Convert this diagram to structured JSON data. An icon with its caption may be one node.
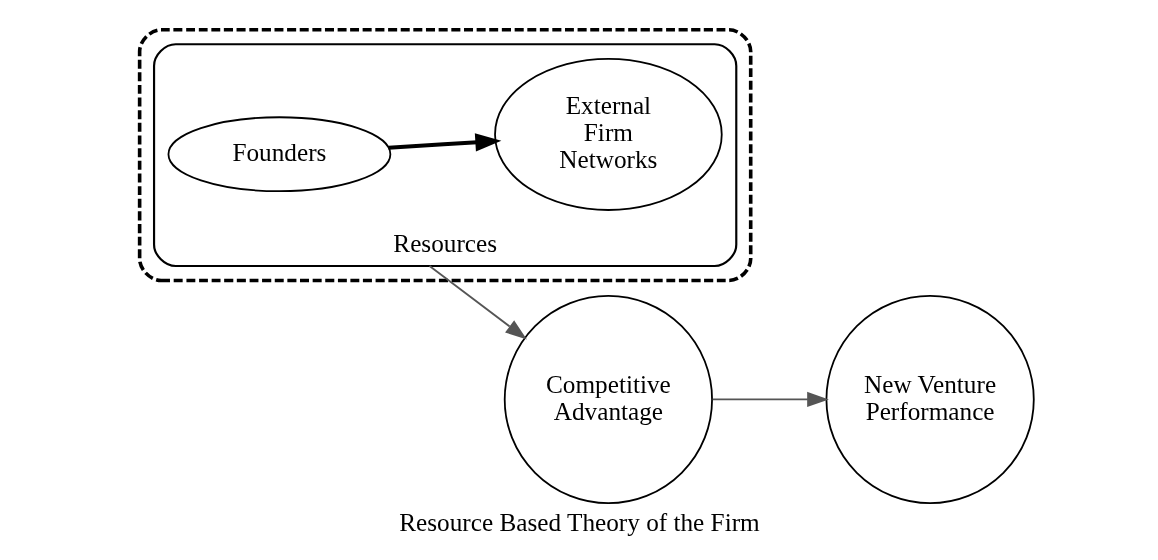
{
  "diagram": {
    "caption": "Resource Based Theory of the Firm",
    "nodes": [
      {
        "text": [],
        "shape": "box"
      },
      {
        "text": [
          "Resources"
        ],
        "in": 0
      },
      {
        "text": [
          "Founders"
        ],
        "in": 1
      },
      {
        "text": [
          "External Firm Networks"
        ],
        "in": 1
      },
      {
        "text": [
          "Competitive Advantage"
        ]
      },
      {
        "text": [
          "New Venture Performance"
        ]
      }
    ],
    "edges": [
      {
        "from": 2,
        "to": 3,
        "arrow": "to",
        "style": "thick"
      },
      {
        "from": 1,
        "to": 4,
        "arrow": "to"
      },
      {
        "from": 4,
        "to": 5,
        "arrow": "to"
      }
    ]
  }
}
